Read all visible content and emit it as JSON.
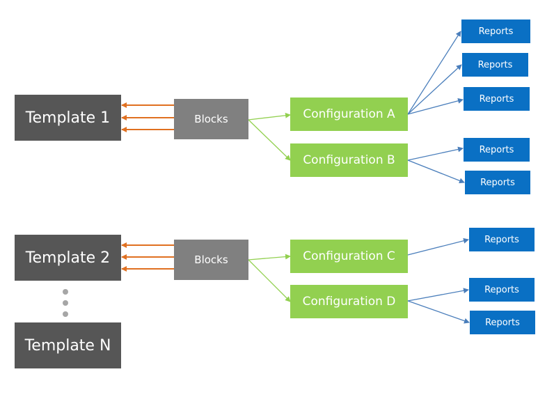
{
  "colors": {
    "template": "#565656",
    "blocks": "#808080",
    "configuration": "#92d050",
    "reports": "#0a70c4",
    "orange_arrow": "#e07020",
    "green_arrow": "#92d050",
    "blue_arrow": "#4a7ebb",
    "ellipsis": "#a6a6a6"
  },
  "templates": [
    {
      "label": "Template 1"
    },
    {
      "label": "Template 2"
    },
    {
      "label": "Template N"
    }
  ],
  "blocks": [
    {
      "label": "Blocks"
    },
    {
      "label": "Blocks"
    }
  ],
  "configurations": [
    {
      "label": "Configuration A"
    },
    {
      "label": "Configuration B"
    },
    {
      "label": "Configuration C"
    },
    {
      "label": "Configuration D"
    }
  ],
  "reports": [
    {
      "label": "Reports"
    },
    {
      "label": "Reports"
    },
    {
      "label": "Reports"
    },
    {
      "label": "Reports"
    },
    {
      "label": "Reports"
    },
    {
      "label": "Reports"
    },
    {
      "label": "Reports"
    },
    {
      "label": "Reports"
    }
  ]
}
